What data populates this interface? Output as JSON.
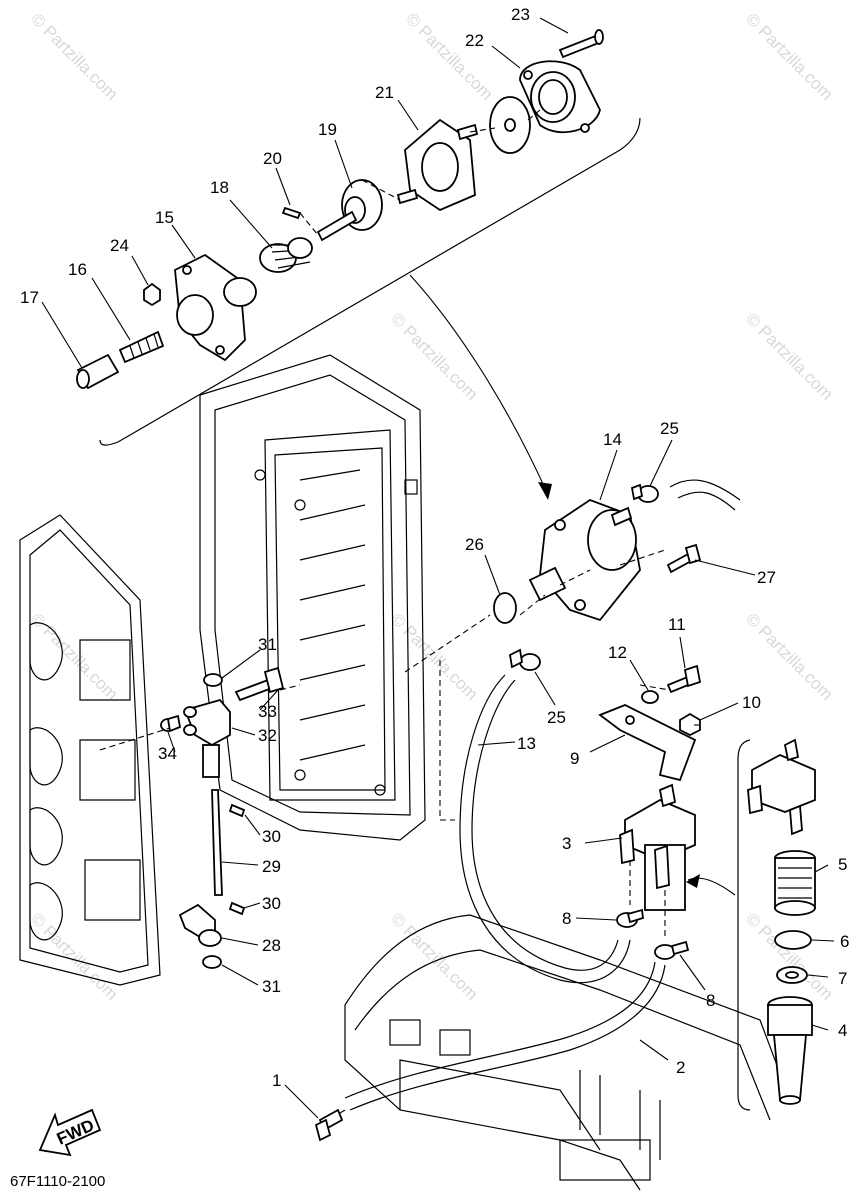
{
  "diagram": {
    "code": "67F1110-2100",
    "direction_label": "FWD",
    "watermark": "© Partzilla.com",
    "callouts": {
      "c1": "1",
      "c2": "2",
      "c3": "3",
      "c4": "4",
      "c5": "5",
      "c6": "6",
      "c7": "7",
      "c8a": "8",
      "c8b": "8",
      "c9": "9",
      "c10": "10",
      "c11": "11",
      "c12": "12",
      "c13": "13",
      "c14": "14",
      "c15": "15",
      "c16": "16",
      "c17": "17",
      "c18": "18",
      "c19": "19",
      "c20": "20",
      "c21": "21",
      "c22": "22",
      "c23": "23",
      "c24": "24",
      "c25a": "25",
      "c25b": "25",
      "c26": "26",
      "c27": "27",
      "c28": "28",
      "c29": "29",
      "c30a": "30",
      "c30b": "30",
      "c31a": "31",
      "c31b": "31",
      "c32": "32",
      "c33": "33",
      "c34": "34"
    }
  }
}
